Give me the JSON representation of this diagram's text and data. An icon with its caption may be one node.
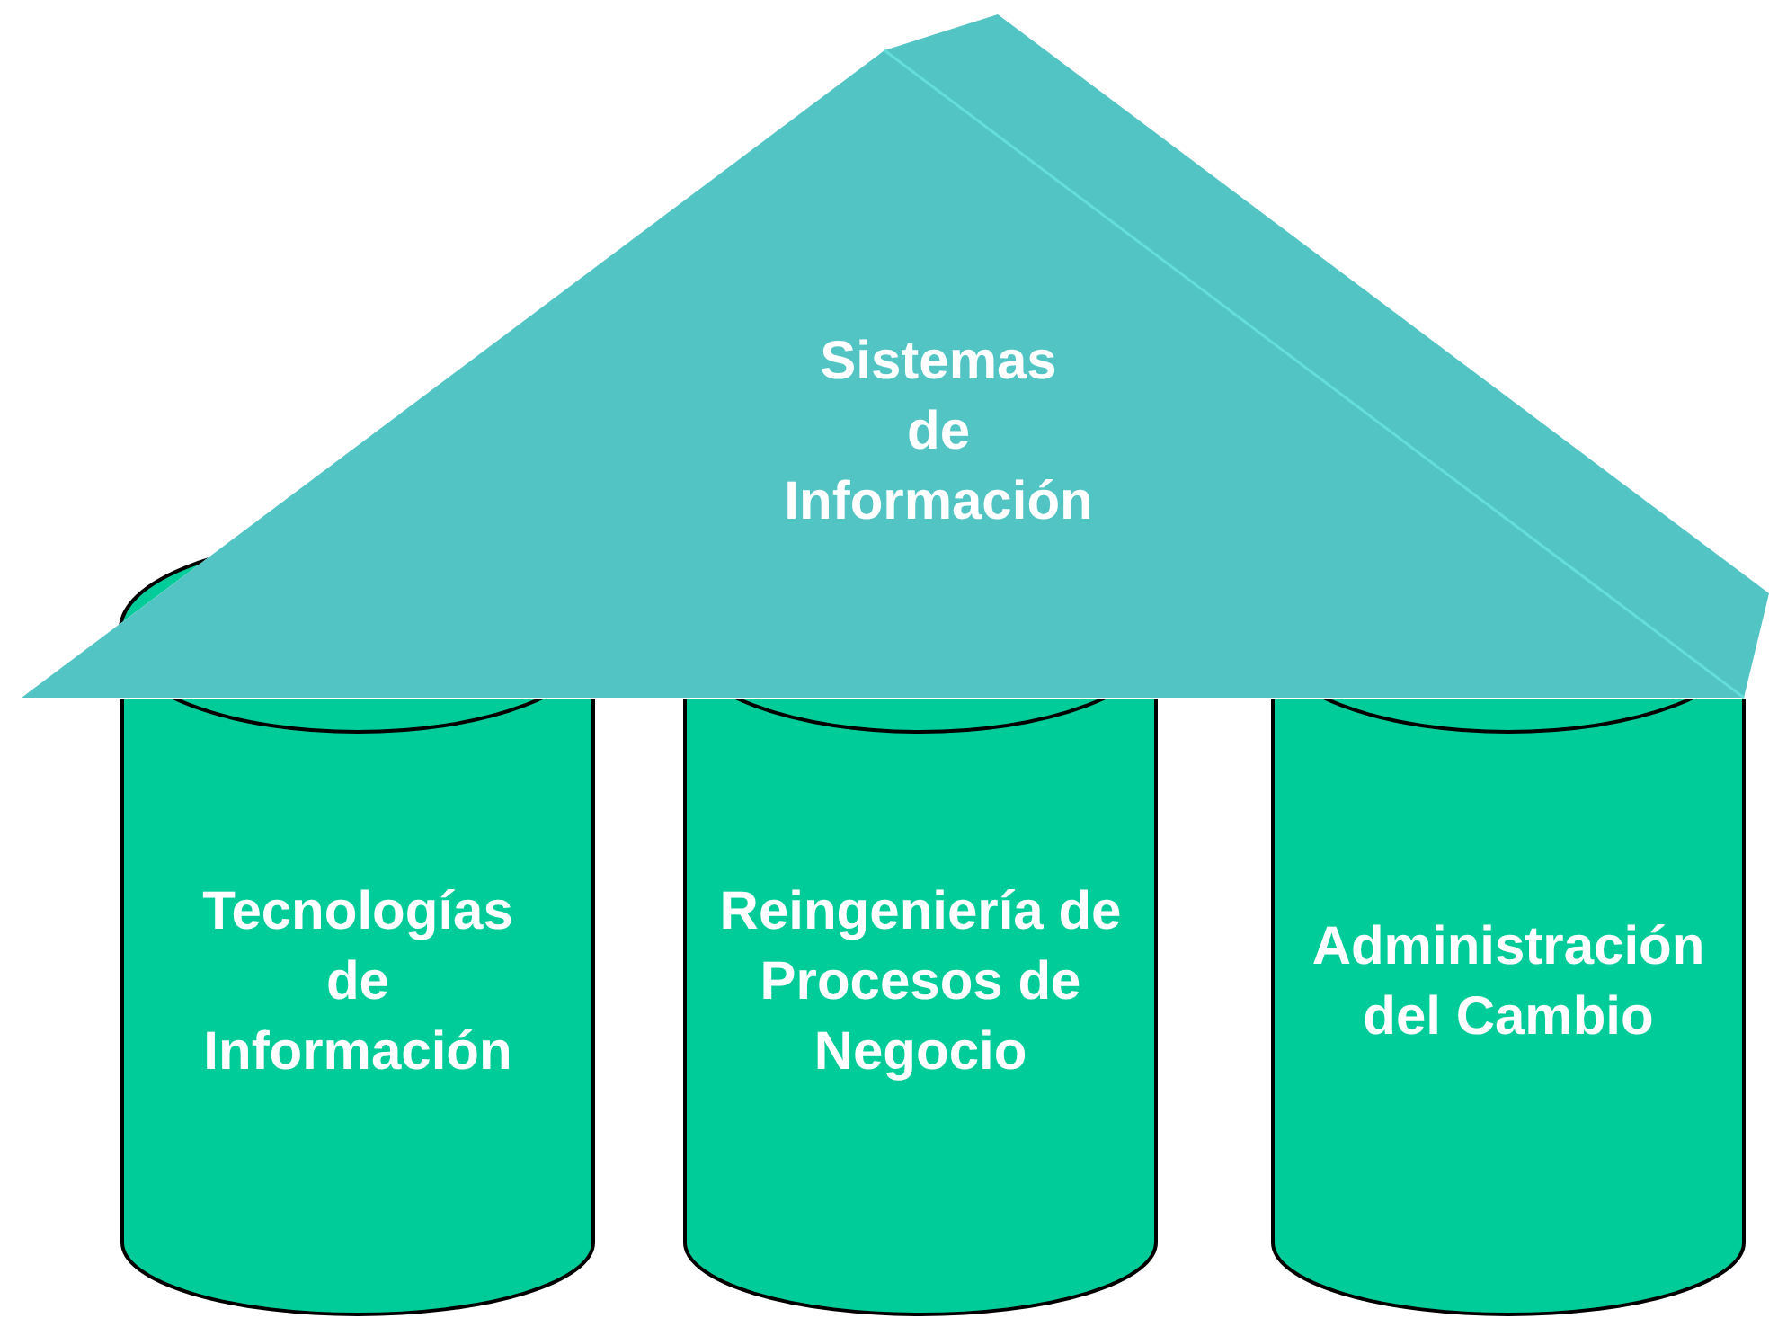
{
  "diagram": {
    "nodes": [
      {
        "text": [
          "Sistemas de Información"
        ]
      },
      {
        "text": [
          "Tecnologías de Información"
        ]
      },
      {
        "text": [
          "Reingeniería de Procesos de Negocio"
        ]
      },
      {
        "text": [
          "Administración del Cambio"
        ]
      }
    ]
  }
}
